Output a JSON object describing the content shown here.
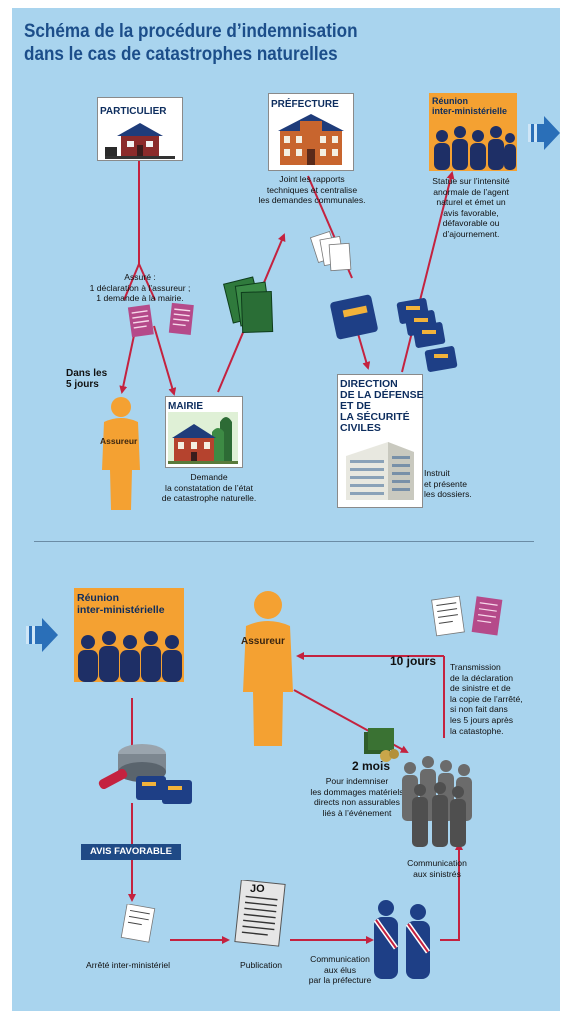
{
  "title": [
    "Schéma de la procédure d’indemnisation",
    "dans le cas de catastrophes naturelles"
  ],
  "top": {
    "particulier": "PARTICULIER",
    "prefecture": "PRÉFECTURE",
    "prefecture_text": "Joint les rapports\ntechniques et centralise\nles demandes communales.",
    "reunion": "Réunion\ninter-ministérielle",
    "reunion_text": "Statue sur l’intensité\nanormale de l’agent\nnaturel et émet un\navis favorable,\ndéfavorable ou\nd’ajournement.",
    "assure_text": "Assuré :\n1 déclaration à l’assureur ;\n1 demande à la mairie.",
    "delay": "Dans les\n5 jours",
    "assureur": "Assureur",
    "mairie": "MAIRIE",
    "mairie_text": "Demande\nla constatation de l’état\nde catastrophe naturelle.",
    "direction": "DIRECTION\nDE LA DÉFENSE\nET DE\nLA SÉCURITÉ\nCIVILES",
    "direction_text": "Instruit\net présente\nles dossiers."
  },
  "bottom": {
    "reunion": "Réunion\ninter-ministérielle",
    "assureur": "Assureur",
    "delay_10": "10 jours",
    "transmission_text": "Transmission\nde la déclaration\nde sinistre et de\nla copie de l’arrêté,\nsi non fait dans\nles 5 jours après\nla catastophe.",
    "delay_2": "2 mois",
    "indemniser_text": "Pour indemniser\nles dommages matériels\ndirects non assurables\nliés à l’événement",
    "avis": "AVIS FAVORABLE",
    "communication_sinistres": "Communication\naux sinistrés",
    "arrete": "Arrêté inter-ministériel",
    "publication": "Publication",
    "communication_elus": "Communication\naux élus\npar la préfecture",
    "jo": "JO"
  },
  "colors": {
    "background": "#a9d4ee",
    "arrow": "#c4223f",
    "title": "#1c4e8a",
    "badge": "#1f4a86",
    "orange": "#f4a132",
    "navy": "#1e2f66"
  },
  "icons": [
    "house-icon",
    "prefecture-building-icon",
    "meeting-people-icon",
    "person-icon",
    "town-hall-icon",
    "office-building-icon",
    "document-icon",
    "folder-stack-icon",
    "banknotes-icon",
    "newspaper-icon",
    "elected-official-icon",
    "stamp-icon",
    "blue-arrow-icon"
  ]
}
